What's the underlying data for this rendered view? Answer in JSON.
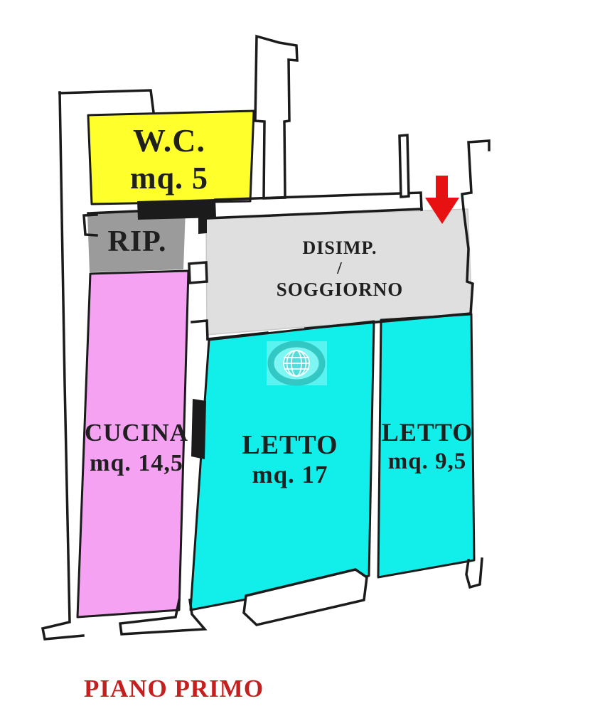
{
  "plan": {
    "floor_label": "PIANO PRIMO",
    "floor_label_color": "#C42020",
    "wall_color": "#1b1b1b",
    "text_color": "#1f1f1f",
    "entrance_arrow": {
      "color": "#E81111",
      "direction": "down"
    },
    "rooms": {
      "wc": {
        "name": "W.C.",
        "area": "mq. 5",
        "color": "#FFFF2B"
      },
      "rip": {
        "name": "RIP.",
        "color": "#9B9B9B"
      },
      "disimpegno_soggiorno": {
        "line1": "DISIMP.",
        "line2": "/",
        "line3": "SOGGIORNO",
        "color": "#DFDFDF"
      },
      "cucina": {
        "name": "CUCINA",
        "area": "mq. 14,5",
        "color": "#F6A2F3"
      },
      "letto_grande": {
        "name": "LETTO",
        "area": "mq. 17",
        "color": "#12EFEB"
      },
      "letto_piccolo": {
        "name": "LETTO",
        "area": "mq. 9,5",
        "color": "#12EFEB"
      }
    },
    "watermark": {
      "icon": "globe-icon"
    }
  }
}
